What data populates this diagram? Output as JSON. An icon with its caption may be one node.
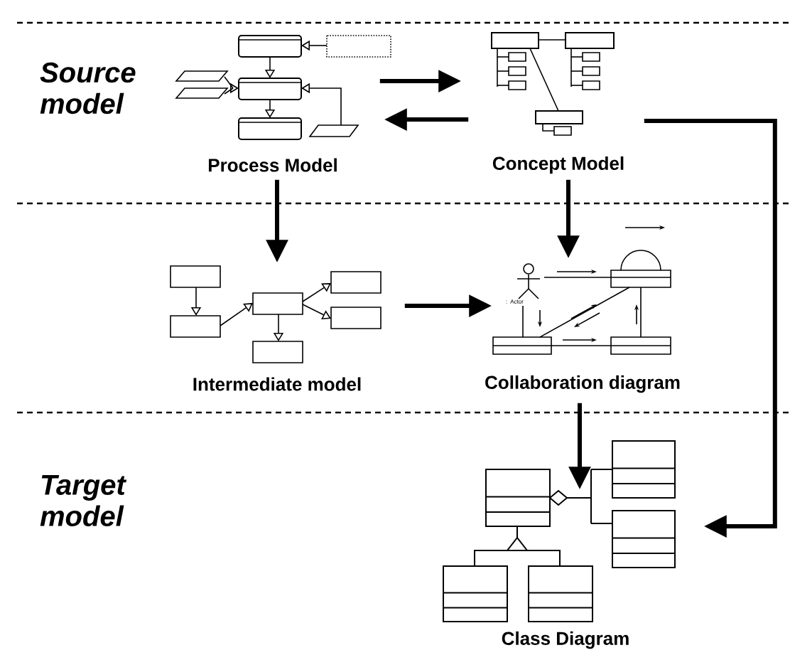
{
  "diagram": {
    "nodes": [
      {
        "text": [],
        "shape": "picture",
        "beside": [
          "Process Model"
        ]
      },
      {
        "text": [],
        "shape": "picture",
        "beside": [
          "Concept Model"
        ]
      },
      {
        "text": [],
        "shape": "picture",
        "beside": [
          "Intermediate model"
        ]
      },
      {
        "text": [],
        "shape": "picture",
        "beside": [
          "Collaboration diagram"
        ]
      },
      {
        "text": [],
        "shape": "picture",
        "beside": [
          "Class Diagram"
        ]
      }
    ],
    "edges": [
      {
        "from": 0,
        "to": 1,
        "arrow": "to"
      },
      {
        "from": 1,
        "to": 0,
        "arrow": "to"
      },
      {
        "from": 0,
        "to": 2,
        "arrow": "to"
      },
      {
        "from": 1,
        "to": 3,
        "arrow": "to"
      },
      {
        "from": 2,
        "to": 3,
        "arrow": "to"
      },
      {
        "from": 3,
        "to": 4,
        "arrow": "to"
      },
      {
        "from": 1,
        "to": 4,
        "arrow": "to"
      }
    ],
    "labels": [
      "Source model",
      ": Actor",
      "Target model"
    ]
  }
}
